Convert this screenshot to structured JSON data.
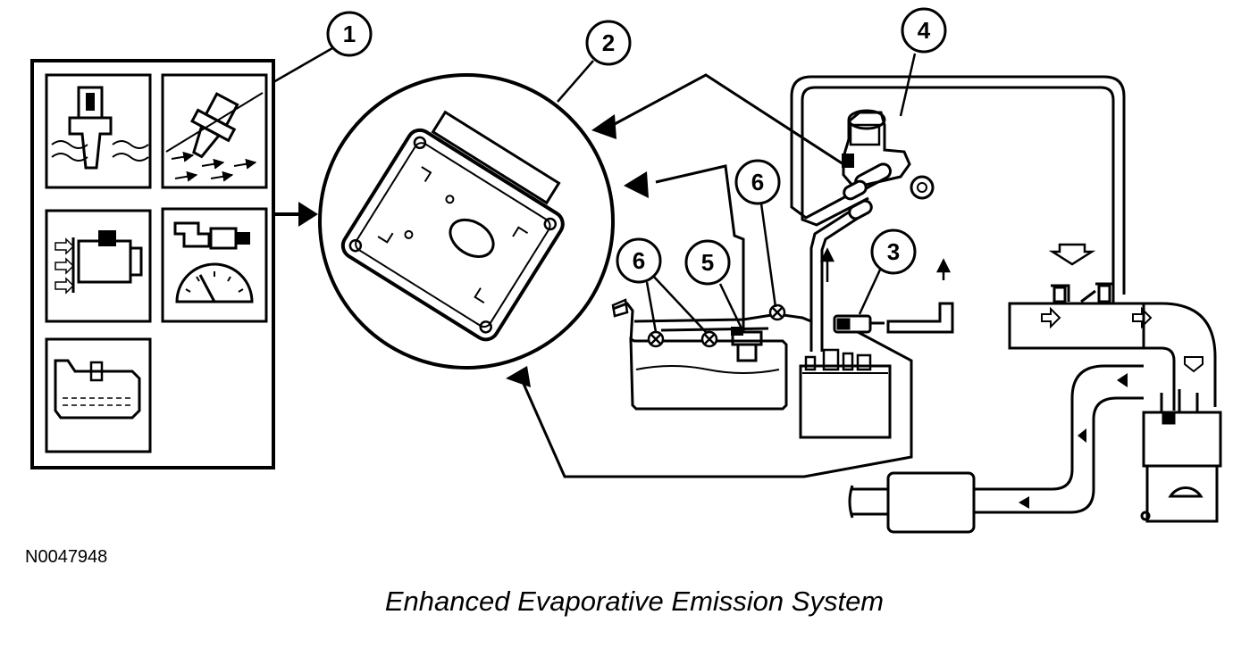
{
  "figure_id": "N0047948",
  "caption": "Enhanced Evaporative Emission System",
  "callouts": [
    {
      "id": "callout-1",
      "label": "1"
    },
    {
      "id": "callout-2",
      "label": "2"
    },
    {
      "id": "callout-3",
      "label": "3"
    },
    {
      "id": "callout-4",
      "label": "4"
    },
    {
      "id": "callout-5",
      "label": "5"
    },
    {
      "id": "callout-6a",
      "label": "6"
    },
    {
      "id": "callout-6b",
      "label": "6"
    }
  ],
  "colors": {
    "ink": "#000000",
    "paper": "#ffffff",
    "fuel": "#cfcfcf"
  }
}
